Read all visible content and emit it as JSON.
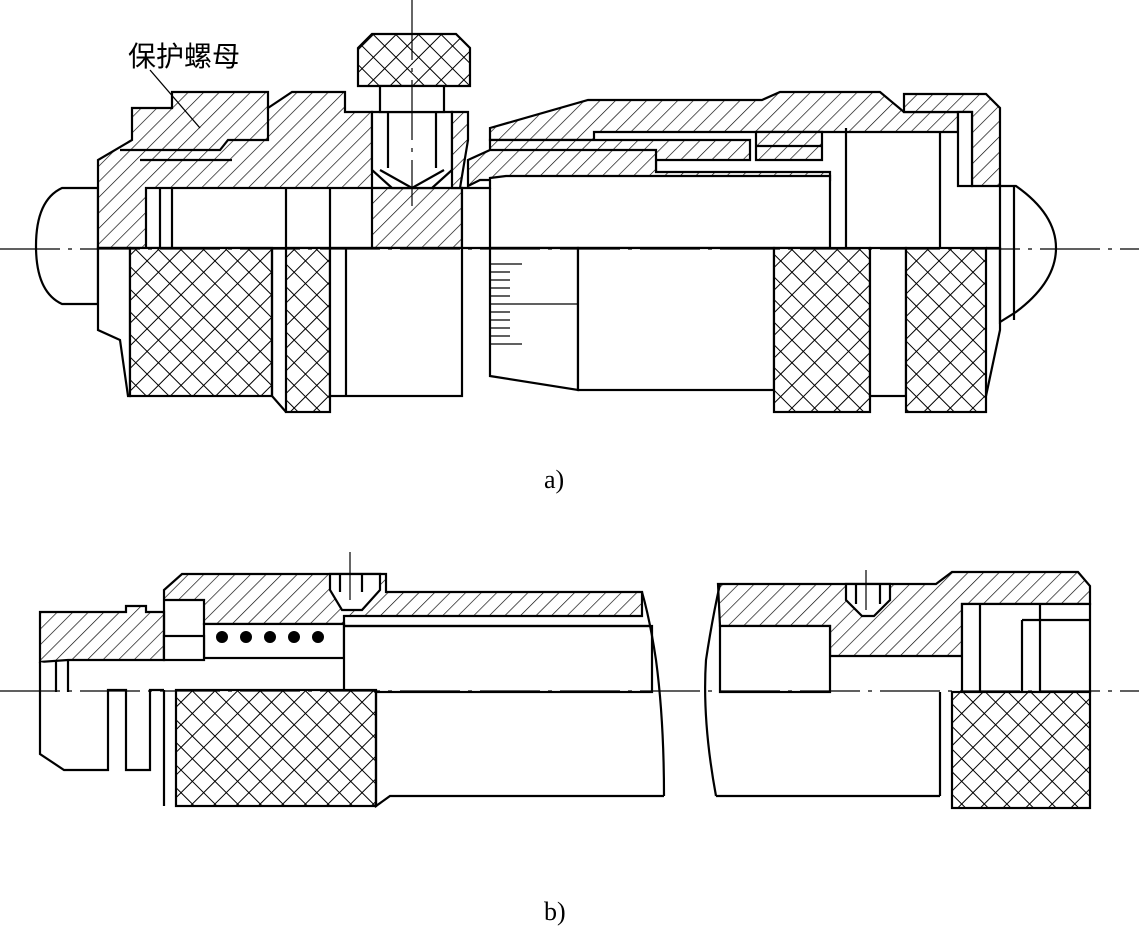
{
  "figure": {
    "callout_label": "保护螺母",
    "caption_a": "a)",
    "caption_b": "b)"
  },
  "colors": {
    "line": "#000000",
    "background": "#ffffff"
  }
}
